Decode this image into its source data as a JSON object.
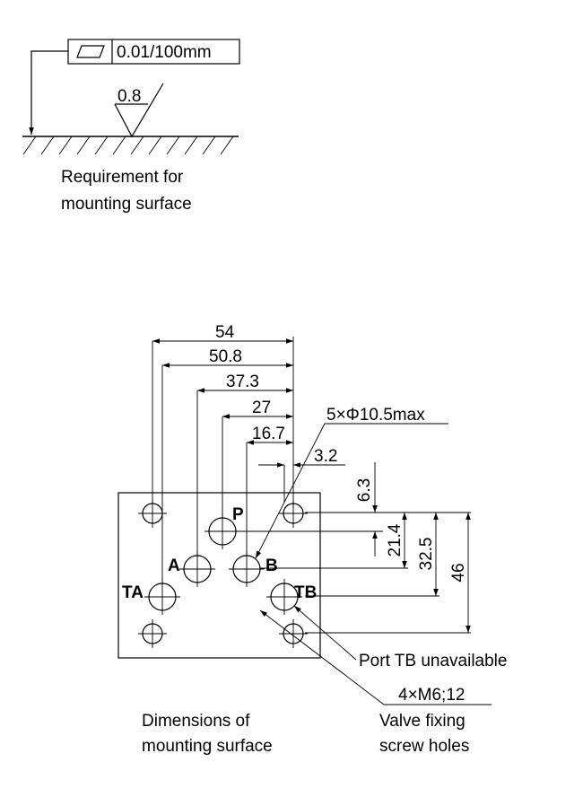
{
  "surface_requirement": {
    "flatness_tolerance": "0.01/100mm",
    "roughness_value": "0.8",
    "caption_line1": "Requirement for",
    "caption_line2": "mounting surface"
  },
  "mounting_surface": {
    "horizontal_dims": [
      "54",
      "50.8",
      "37.3",
      "27",
      "16.7",
      "3.2"
    ],
    "vertical_dims": [
      "6.3",
      "21.4",
      "32.5",
      "46"
    ],
    "port_holes_callout": "5×Φ10.5max",
    "ports": {
      "p": "P",
      "a": "A",
      "b": "B",
      "ta": "TA",
      "tb": "TB"
    },
    "tb_note": "Port TB unavailable",
    "screw_callout": "4×M6;12",
    "screw_caption_line1": "Valve fixing",
    "screw_caption_line2": "screw holes",
    "caption_line1": "Dimensions of",
    "caption_line2": "mounting surface"
  }
}
